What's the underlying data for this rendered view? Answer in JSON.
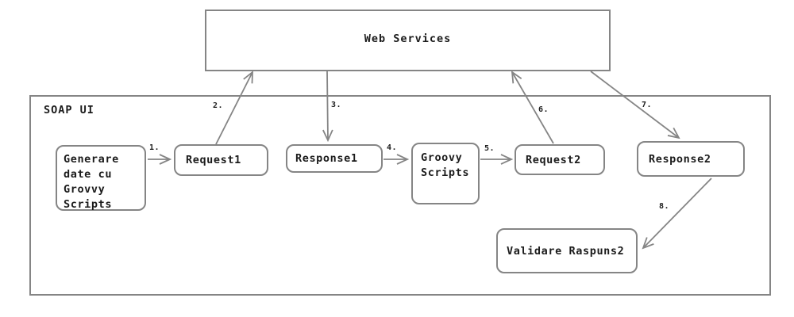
{
  "diagram": {
    "web_services": {
      "label": "Web Services"
    },
    "soap_ui": {
      "label": "SOAP UI"
    },
    "nodes": {
      "generare": {
        "label": "Generare\ndate cu\nGrovvy\nScripts"
      },
      "request1": {
        "label": "Request1"
      },
      "response1": {
        "label": "Response1"
      },
      "groovy_scripts": {
        "label": "Groovy\nScripts"
      },
      "request2": {
        "label": "Request2"
      },
      "response2": {
        "label": "Response2"
      },
      "validare_raspuns2": {
        "label": "Validare Raspuns2"
      }
    },
    "arrow_labels": {
      "a1": "1.",
      "a2": "2.",
      "a3": "3.",
      "a4": "4.",
      "a5": "5.",
      "a6": "6.",
      "a7": "7.",
      "a8": "8."
    },
    "colors": {
      "line": "#858585",
      "text": "#1b1b1b",
      "background": "#ffffff"
    }
  }
}
